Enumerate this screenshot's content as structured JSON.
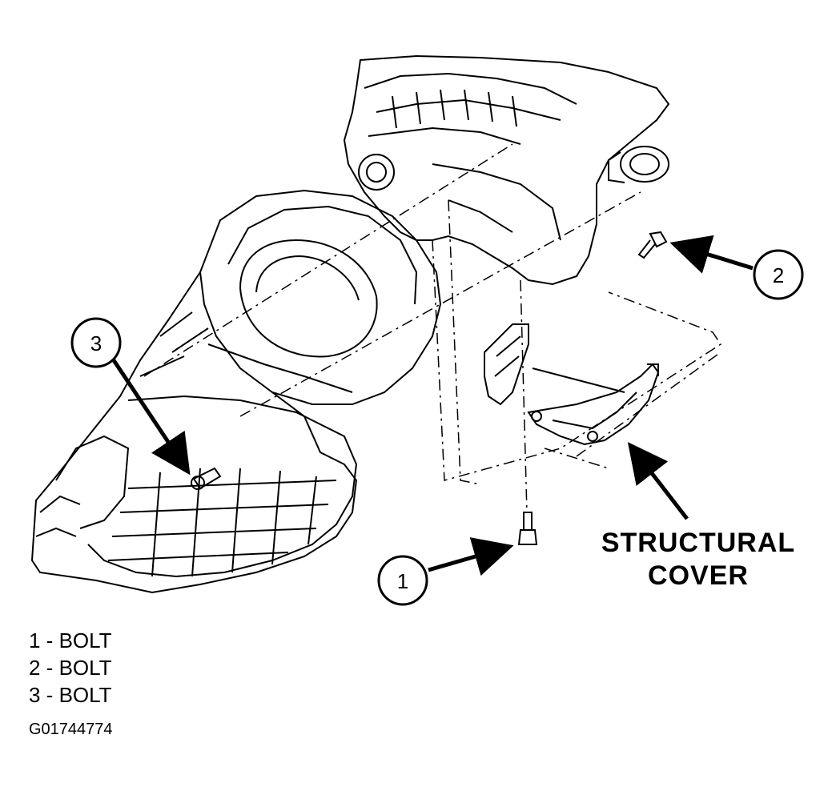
{
  "callouts": [
    {
      "number": "1"
    },
    {
      "number": "2"
    },
    {
      "number": "3"
    }
  ],
  "structural_cover_label": [
    "STRUCTURAL",
    "COVER"
  ],
  "legend": [
    {
      "text": "1 - BOLT"
    },
    {
      "text": "2 - BOLT"
    },
    {
      "text": "3 - BOLT"
    }
  ],
  "figure_id": "G01744774"
}
